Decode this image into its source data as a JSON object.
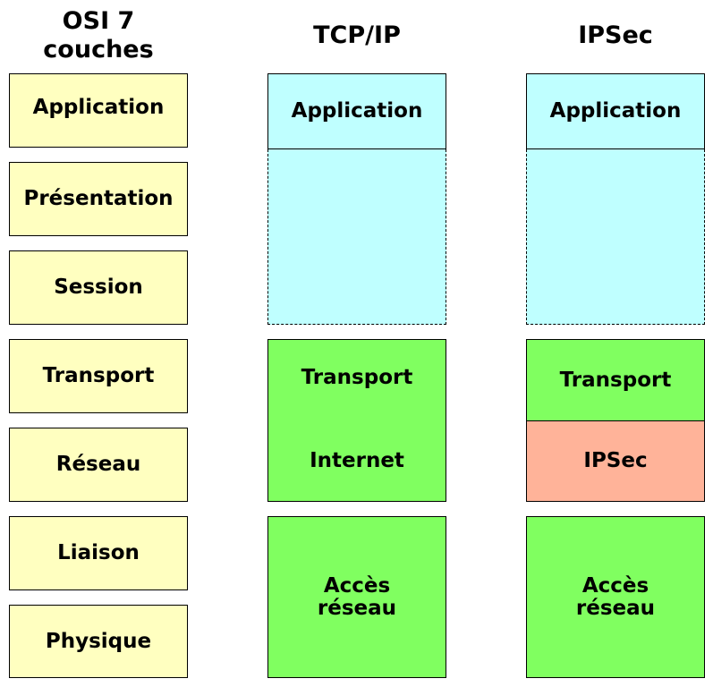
{
  "titles": {
    "osi": "OSI 7\ncouches",
    "tcpip": "TCP/IP",
    "ipsec": "IPSec"
  },
  "osi_layers": [
    "Application",
    "Présentation",
    "Session",
    "Transport",
    "Réseau",
    "Liaison",
    "Physique"
  ],
  "tcpip_layers": {
    "application": "Application",
    "transport": "Transport",
    "internet": "Internet",
    "access": "Accès\nréseau"
  },
  "ipsec_layers": {
    "application": "Application",
    "transport": "Transport",
    "ipsec": "IPSec",
    "access": "Accès\nréseau"
  },
  "colors": {
    "osi": "#ffffc0",
    "application": "#bfffff",
    "transport": "#80ff60",
    "ipsec": "#ffb399"
  }
}
